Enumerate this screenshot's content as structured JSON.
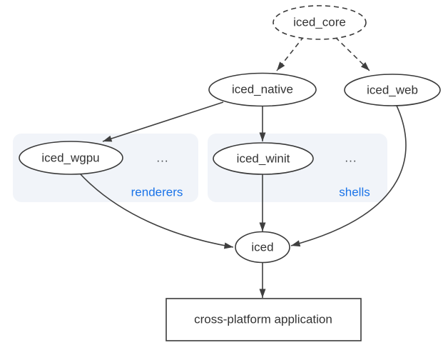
{
  "colors": {
    "accent_blue": "#1a73e8",
    "line": "#3f3f3f",
    "group_bg": "#f1f4f9",
    "text": "#333333",
    "node_fill": "#ffffff"
  },
  "nodes": {
    "iced_core": {
      "label": "iced_core",
      "style": "dashed-ellipse"
    },
    "iced_native": {
      "label": "iced_native",
      "style": "ellipse"
    },
    "iced_web": {
      "label": "iced_web",
      "style": "ellipse"
    },
    "iced_wgpu": {
      "label": "iced_wgpu",
      "style": "ellipse"
    },
    "iced_winit": {
      "label": "iced_winit",
      "style": "ellipse"
    },
    "iced": {
      "label": "iced",
      "style": "ellipse"
    },
    "application": {
      "label": "cross-platform application",
      "style": "rectangle"
    }
  },
  "groups": {
    "renderers": {
      "label": "renderers",
      "ellipsis": "...",
      "members": [
        "iced_wgpu"
      ]
    },
    "shells": {
      "label": "shells",
      "ellipsis": "...",
      "members": [
        "iced_winit"
      ]
    }
  },
  "edges": [
    {
      "from": "iced_core",
      "to": "iced_native",
      "style": "dashed"
    },
    {
      "from": "iced_core",
      "to": "iced_web",
      "style": "dashed"
    },
    {
      "from": "iced_native",
      "to": "iced_wgpu",
      "style": "solid"
    },
    {
      "from": "iced_native",
      "to": "iced_winit",
      "style": "solid"
    },
    {
      "from": "iced_wgpu",
      "to": "iced",
      "style": "solid-curve"
    },
    {
      "from": "iced_winit",
      "to": "iced",
      "style": "solid"
    },
    {
      "from": "iced_web",
      "to": "iced",
      "style": "solid-curve"
    },
    {
      "from": "iced",
      "to": "application",
      "style": "solid"
    }
  ]
}
